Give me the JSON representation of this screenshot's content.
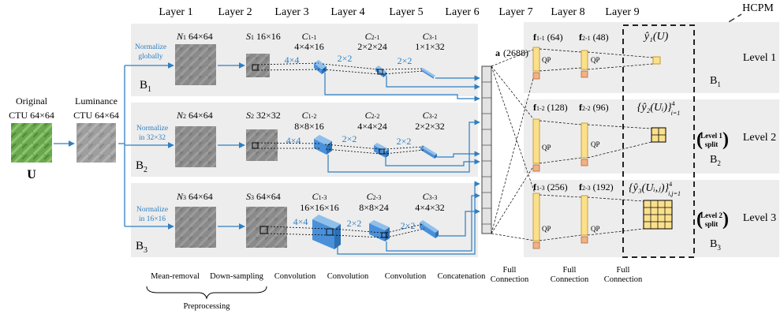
{
  "layers": [
    "Layer 1",
    "Layer 2",
    "Layer 3",
    "Layer 4",
    "Layer 5",
    "Layer 6",
    "Layer 7",
    "Layer 8",
    "Layer 9"
  ],
  "hcpm_label": "HCPM",
  "input": {
    "original": [
      "Original",
      "CTU 64×64"
    ],
    "luminance": [
      "Luminance",
      "CTU 64×64"
    ],
    "symbol": "U"
  },
  "branches": [
    {
      "label": "B",
      "sub": "1",
      "normalize": [
        "Normalize",
        "globally"
      ],
      "n_label": "N",
      "n_sub": "1",
      "n_size": "64×64",
      "s_label": "S",
      "s_sub": "1",
      "s_size": "16×16",
      "c1": {
        "name": "C",
        "sub": "1-1",
        "size": "4×4×16"
      },
      "c2": {
        "name": "C",
        "sub": "2-1",
        "size": "2×2×24"
      },
      "c3": {
        "name": "C",
        "sub": "3-1",
        "size": "1×1×32"
      },
      "k1": "4×4",
      "k2": "2×2",
      "k3": "2×2",
      "level": "Level 1",
      "f1": {
        "name": "f",
        "sub": "1-1",
        "dim": "(64)"
      },
      "f2": {
        "name": "f",
        "sub": "2-1",
        "dim": "(48)"
      },
      "out_formula": "ŷ₁(U)",
      "split": []
    },
    {
      "label": "B",
      "sub": "2",
      "normalize": [
        "Normalize",
        "in 32×32"
      ],
      "n_label": "N",
      "n_sub": "2",
      "n_size": "64×64",
      "s_label": "S",
      "s_sub": "2",
      "s_size": "32×32",
      "c1": {
        "name": "C",
        "sub": "1-2",
        "size": "8×8×16"
      },
      "c2": {
        "name": "C",
        "sub": "2-2",
        "size": "4×4×24"
      },
      "c3": {
        "name": "C",
        "sub": "3-2",
        "size": "2×2×32"
      },
      "k1": "4×4",
      "k2": "2×2",
      "k3": "2×2",
      "level": "Level 2",
      "f1": {
        "name": "f",
        "sub": "1-2",
        "dim": "(128)"
      },
      "f2": {
        "name": "f",
        "sub": "2-2",
        "dim": "(96)"
      },
      "out_formula": "{ŷ₂(Uᵢ)}",
      "out_range": "4",
      "out_index": "i=1",
      "split": [
        "Level 1",
        "split"
      ]
    },
    {
      "label": "B",
      "sub": "3",
      "normalize": [
        "Normalize",
        "in 16×16"
      ],
      "n_label": "N",
      "n_sub": "3",
      "n_size": "64×64",
      "s_label": "S",
      "s_sub": "3",
      "s_size": "64×64",
      "c1": {
        "name": "C",
        "sub": "1-3",
        "size": "16×16×16"
      },
      "c2": {
        "name": "C",
        "sub": "2-3",
        "size": "8×8×24"
      },
      "c3": {
        "name": "C",
        "sub": "3-3",
        "size": "4×4×32"
      },
      "k1": "4×4",
      "k2": "2×2",
      "k3": "2×2",
      "level": "Level 3",
      "f1": {
        "name": "f",
        "sub": "1-3",
        "dim": "(256)"
      },
      "f2": {
        "name": "f",
        "sub": "2-3",
        "dim": "(192)"
      },
      "out_formula": "{ŷ₃(Uᵢ,ⱼ)}",
      "out_range": "4",
      "out_index": "i,j=1",
      "split": [
        "Level 2",
        "split"
      ]
    }
  ],
  "concat": {
    "name": "a",
    "dim": "(2688)"
  },
  "qp_label": "QP",
  "bottom_labels": {
    "mean_removal": "Mean-removal",
    "down_sampling": "Down-sampling",
    "conv1": "Convolution",
    "conv2": "Convolution",
    "conv3": "Convolution",
    "concatenation": "Concatenation",
    "fc1": [
      "Full",
      "Connection"
    ],
    "fc2": [
      "Full",
      "Connection"
    ],
    "fc3": [
      "Full",
      "Connection"
    ],
    "preprocessing": "Preprocessing"
  },
  "colors": {
    "panel": "#ededed",
    "blue": "#2f7fc1",
    "cube_front": "#4a90d9",
    "cube_top": "#8fc0ec",
    "cube_side": "#2c6fb3",
    "fc_yellow": "#fbe08c",
    "fc_stroke": "#c49a2a",
    "qp_fill": "#f4b183",
    "green": "#6aa84f"
  }
}
